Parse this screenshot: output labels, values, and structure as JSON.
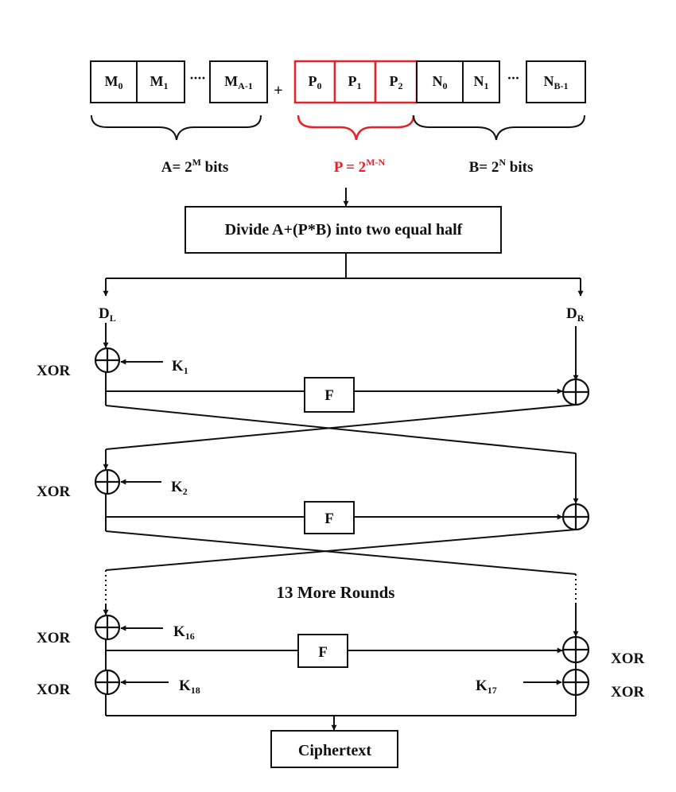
{
  "input_blocks": {
    "message": [
      {
        "base": "M",
        "sub": "0"
      },
      {
        "base": "M",
        "sub": "1"
      },
      {
        "base": "····",
        "sub": ""
      },
      {
        "base": "M",
        "sub": "A-1"
      }
    ],
    "plus": "+",
    "padding": [
      {
        "base": "P",
        "sub": "0"
      },
      {
        "base": "P",
        "sub": "1"
      },
      {
        "base": "P",
        "sub": "2"
      }
    ],
    "n_blocks": [
      {
        "base": "N",
        "sub": "0"
      },
      {
        "base": "N",
        "sub": "1"
      },
      {
        "base": "···",
        "sub": ""
      },
      {
        "base": "N",
        "sub": "B-1"
      }
    ]
  },
  "brace_labels": {
    "a": {
      "text": "A= 2",
      "sup": "M",
      "tail": " bits"
    },
    "p": {
      "text": "P = 2",
      "sup": "M-N",
      "tail": ""
    },
    "b": {
      "text": "B= 2",
      "sup": "N",
      "tail": " bits"
    }
  },
  "divide_box": "Divide A+(P*B) into two equal half",
  "halves": {
    "left": {
      "base": "D",
      "sub": "L"
    },
    "right": {
      "base": "D",
      "sub": "R"
    }
  },
  "xor_label": "XOR",
  "f_label": "F",
  "keys": {
    "k1": {
      "base": "K",
      "sub": "1"
    },
    "k2": {
      "base": "K",
      "sub": "2"
    },
    "k16": {
      "base": "K",
      "sub": "16"
    },
    "k17": {
      "base": "K",
      "sub": "17"
    },
    "k18": {
      "base": "K",
      "sub": "18"
    }
  },
  "more_rounds": "13 More Rounds",
  "output_box": "Ciphertext",
  "colors": {
    "ink": "#111111",
    "highlight": "#e8202a"
  }
}
